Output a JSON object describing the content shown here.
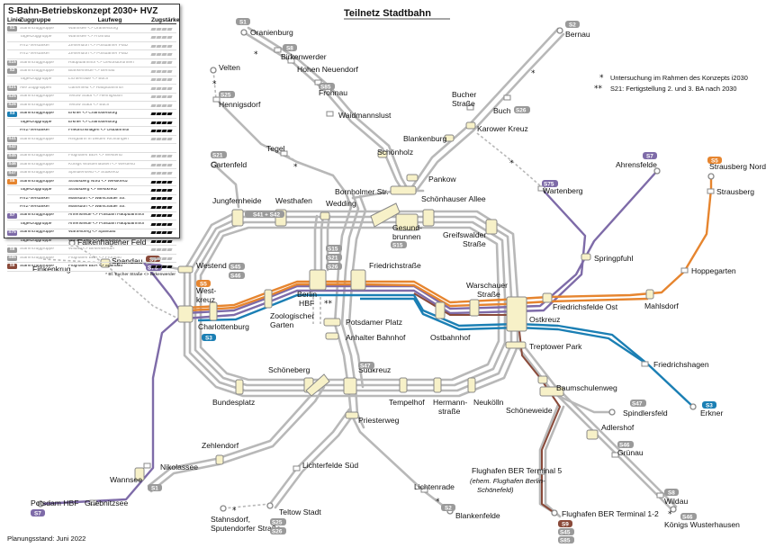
{
  "map_title": "Teilnetz Stadtbahn",
  "planning_status": "Planungsstand: Juni 2022",
  "notes": {
    "star_one": "Untersuchung im Rahmen des Konzepts i2030",
    "star_two": "S21: Fertigstellung 2. und 3. BA nach 2030"
  },
  "colors": {
    "grey_line": "#b8b8b8",
    "purple_line": "#7e6ba8",
    "orange_line": "#e6852f",
    "blue_line": "#1b7fb4",
    "brown_line": "#8a4a3a",
    "badge_grey": "#9a9a9a",
    "station_fill": "#f7f1c8"
  },
  "legend": {
    "title": "S-Bahn-Betriebskonzept 2030+ HVZ",
    "headers": [
      "Linie",
      "Zuggruppe",
      "Laufweg",
      "Zugstärke"
    ],
    "footnote": "* Bf. Bucher Straße <> Birkenwerder",
    "rows": [
      {
        "line": "S1",
        "group": "Stammzuggruppe",
        "route": "Wannsee <> Oranienburg",
        "cars": 4,
        "faded": true
      },
      {
        "line": "",
        "group": "Tageszuggruppe",
        "route": "Wannsee <> Frohnau",
        "cars": 4,
        "faded": true
      },
      {
        "line": "",
        "group": "HVZ-Verstärker",
        "route": "Zehlendorf <> Potsdamer Platz",
        "cars": 4,
        "faded": true
      },
      {
        "line": "",
        "group": "HVZ-Verstärker",
        "route": "Zehlendorf <> Potsdamer Platz",
        "cars": 4,
        "faded": true
      },
      {
        "line": "S15",
        "group": "Stammzuggruppe",
        "route": "Hauptbahnhof <> Gesundbrunnen",
        "cars": 4,
        "faded": true
      },
      {
        "line": "S2",
        "group": "Stammzuggruppe",
        "route": "Blankenfelde <> Bernau",
        "cars": 4,
        "faded": true
      },
      {
        "line": "",
        "group": "Tageszuggruppe",
        "route": "Lichtenrade <> Buch",
        "cars": 4,
        "faded": true
      },
      {
        "line": "S21",
        "group": "Alle Zuggruppen",
        "route": "Gartenfeld <> Hauptbahnhof",
        "cars": 4,
        "faded": true
      },
      {
        "line": "S25",
        "group": "Stammzuggruppe",
        "route": "Teltow Stadt <> Hennigsdorf",
        "cars": 4,
        "faded": true
      },
      {
        "line": "S26",
        "group": "Stammzuggruppe",
        "route": "Teltow Stadt <> Buch",
        "cars": 4,
        "faded": true
      },
      {
        "line": "S3",
        "group": "Stammzuggruppe",
        "route": "Erkner <> Charlottenburg",
        "cars": 4,
        "faded": false
      },
      {
        "line": "",
        "group": "Tageszuggruppe",
        "route": "Erkner <> Charlottenburg",
        "cars": 4,
        "faded": false
      },
      {
        "line": "",
        "group": "HVZ-Verstärker",
        "route": "Friedrichshagen <> Ostbahnhof",
        "cars": 4,
        "faded": false
      },
      {
        "line": "S41",
        "group": "Stammzuggruppe",
        "route": "Ringbahn in beiden Richtungen",
        "cars": 4,
        "faded": true
      },
      {
        "line": "S42",
        "group": "",
        "route": "",
        "cars": 0,
        "faded": true
      },
      {
        "line": "S45",
        "group": "Stammzuggruppe",
        "route": "Flughafen BER <> Westend",
        "cars": 4,
        "faded": true
      },
      {
        "line": "S46",
        "group": "Stammzuggruppe",
        "route": "Königs Wusterhausen <> Westend",
        "cars": 4,
        "faded": true
      },
      {
        "line": "S47",
        "group": "Stammzuggruppe",
        "route": "Spindlersfeld <> Südkreuz",
        "cars": 4,
        "faded": true
      },
      {
        "line": "S5",
        "group": "Stammzuggruppe",
        "route": "Strausberg Nord <> Westkreuz",
        "cars": 4,
        "faded": false
      },
      {
        "line": "",
        "group": "Tageszuggruppe",
        "route": "Strausberg <> Westkreuz",
        "cars": 4,
        "faded": false
      },
      {
        "line": "",
        "group": "HVZ-Verstärker",
        "route": "Mahlsdorf <> Warschauer Str.",
        "cars": 4,
        "faded": false
      },
      {
        "line": "",
        "group": "HVZ-Verstärker",
        "route": "Mahlsdorf <> Warschauer Str.",
        "cars": 4,
        "faded": false
      },
      {
        "line": "S7",
        "group": "Stammzuggruppe",
        "route": "Ahrensfelde <> Potsdam Hauptbahnhof",
        "cars": 4,
        "faded": false
      },
      {
        "line": "",
        "group": "Tageszuggruppe",
        "route": "Ahrensfelde <> Potsdam Hauptbahnhof",
        "cars": 4,
        "faded": false
      },
      {
        "line": "S75",
        "group": "Stammzuggruppe",
        "route": "Wartenberg <> Spandau",
        "cars": 4,
        "faded": false
      },
      {
        "line": "",
        "group": "Tageszuggruppe",
        "route": "Wartenberg <> Ostbahnhof",
        "cars": 4,
        "faded": false
      },
      {
        "line": "S8",
        "group": "Stammzuggruppe",
        "route": "Wildau <> Birkenwerder",
        "cars": 4,
        "faded": true
      },
      {
        "line": "S85",
        "group": "Stammzuggruppe",
        "route": "Flughafen BER <> Frohnau",
        "cars": 4,
        "faded": true
      },
      {
        "line": "S9",
        "group": "Stammzuggruppe",
        "route": "Flughafen BER <> Spandau",
        "cars": 4,
        "faded": false
      }
    ]
  },
  "stations": {
    "oranienburg": "Oranienburg",
    "bernau": "Bernau",
    "birkenwerder": "Birkenwerder",
    "hohen_neuendorf": "Hohen Neuendorf",
    "velten": "Velten",
    "hennigsdorf": "Hennigsdorf",
    "frohnau": "Frohnau",
    "waidmannslust": "Waidmannslust",
    "bucher_strasse": "Bucher\nStraße",
    "buch": "Buch",
    "karower_kreuz": "Karower Kreuz",
    "blankenburg": "Blankenburg",
    "schoenholz": "Schönholz",
    "tegel": "Tegel",
    "gartenfeld": "Gartenfeld",
    "pankow": "Pankow",
    "ahrensfelde": "Ahrensfelde",
    "strausberg_nord": "Strausberg Nord",
    "strausberg": "Strausberg",
    "wartenberg": "Wartenberg",
    "jungfernheide": "Jungfernheide",
    "westhafen": "Westhafen",
    "wedding": "Wedding",
    "bornholmer": "Bornholmer Str.",
    "schoenhauser": "Schönhauser Allee",
    "gesundbrunnen": "Gesund-\nbrunnen",
    "greifswalder": "Greifswalder\nStraße",
    "springpfuhl": "Springpfuhl",
    "hoppegarten": "Hoppegarten",
    "falkenhagener_feld": "Falkenhagener Feld",
    "finkenkrug": "Finkenkrug",
    "spandau": "Spandau",
    "westend": "Westend",
    "westkreuz": "West-\nkreuz",
    "charlottenburg": "Charlottenburg",
    "berlin_hbf": "Berlin\nHBF",
    "friedrichstrasse": "Friedrichstraße",
    "zoologischer_garten": "Zoologischer\nGarten",
    "potsdamer_platz": "Potsdamer Platz",
    "anhalter_bahnhof": "Anhalter Bahnhof",
    "warschauer_strasse": "Warschauer\nStraße",
    "ostkreuz": "Ostkreuz",
    "friedrichsfelde_ost": "Friedrichsfelde Ost",
    "mahlsdorf": "Mahlsdorf",
    "ostbahnhof": "Ostbahnhof",
    "treptower_park": "Treptower Park",
    "friedrichshagen": "Friedrichshagen",
    "erkner": "Erkner",
    "schoeneberg": "Schöneberg",
    "suedkreuz": "Südkreuz",
    "bundesplatz": "Bundesplatz",
    "tempelhof": "Tempelhof",
    "hermannstrasse": "Hermann-\nstraße",
    "neukoelln": "Neukölln",
    "schoeneweide": "Schöneweide",
    "baumschulenweg": "Baumschulenweg",
    "spindlersfeld": "Spindlersfeld",
    "adlershof": "Adlershof",
    "gruenau": "Grünau",
    "priesterweg": "Priesterweg",
    "zehlendorf": "Zehlendorf",
    "nikolassee": "Nikolassee",
    "wannsee": "Wannsee",
    "potsdam_hbf": "Potsdam HBF",
    "griebnitzsee": "Griebnitzsee",
    "lichterfelde_sued": "Lichterfelde Süd",
    "teltow_stadt": "Teltow Stadt",
    "stahnsdorf": "Stahnsdorf,\nSputendorfer Straße",
    "lichtenrade": "Lichtenrade",
    "blankenfelde": "Blankenfelde",
    "ber_t5": "Flughafen BER Terminal 5",
    "ber_t5_note": "(ehem. Flughafen Berlin-\nSchönefeld)",
    "ber_t12": "Flughafen BER Terminal 1-2",
    "wildau": "Wildau",
    "koenigs_wusterhausen": "Königs Wusterhausen"
  },
  "badges": {
    "s1": "S1",
    "s2": "S2",
    "s8": "S8",
    "s85": "S85",
    "s25": "S25",
    "s26": "S26",
    "s21": "S21",
    "s7": "S7",
    "s5": "S5",
    "s75": "S75",
    "s15": "S15",
    "s41_42": "S41 + S42",
    "s9": "S9",
    "s45": "S45",
    "s46": "S46",
    "s3": "S3",
    "s47": "S47"
  }
}
